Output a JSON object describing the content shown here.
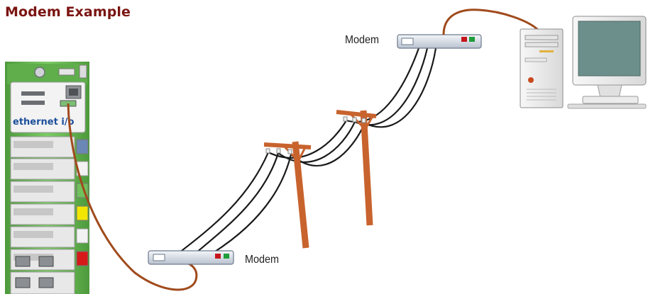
{
  "diagram": {
    "title": "Modem Example",
    "modem_top_label": "Modem",
    "modem_bottom_label": "Modem",
    "device_brand": "ethernet i/o",
    "colors": {
      "title": "#7a1512",
      "cable": "#a04a1c",
      "pole": "#c8632e",
      "wire": "#1a1a1a",
      "device_green": "#6fc15b",
      "modem_red": "#c4161c",
      "modem_green": "#1e9e3c"
    },
    "icons": [
      "ethernet-io-rack-icon",
      "modem-icon",
      "utility-pole-icon",
      "desktop-computer-icon",
      "crt-monitor-icon"
    ]
  }
}
